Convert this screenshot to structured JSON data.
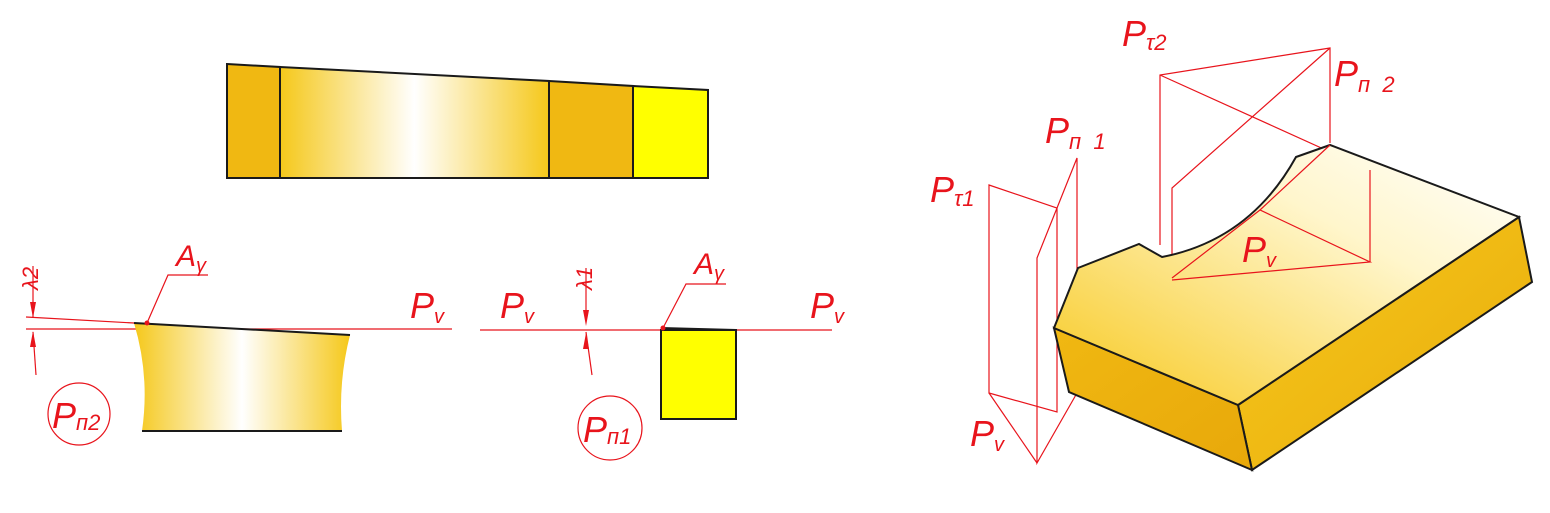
{
  "labels": {
    "pv_left_view": "P",
    "pv_left_view_sub": "v",
    "pv_mid_left": "P",
    "pv_mid_left_sub": "v",
    "pv_mid_right": "P",
    "pv_mid_right_sub": "v",
    "pv_iso_center": "P",
    "pv_iso_center_sub": "v",
    "pv_iso_bottom": "P",
    "pv_iso_bottom_sub": "v",
    "ay_left": "A",
    "ay_left_sub": "γ",
    "ay_right": "A",
    "ay_right_sub": "γ",
    "lambda2": "λ2",
    "lambda1": "λ1",
    "pn2_circle": "P",
    "pn2_circle_sub": "п2",
    "pn1_circle": "P",
    "pn1_circle_sub": "п1",
    "ptau1": "P",
    "ptau1_sub": "τ1",
    "ptau2": "P",
    "ptau2_sub": "τ2",
    "pn1_iso": "P",
    "pn1_iso_sub": "п  1",
    "pn2_iso": "P",
    "pn2_iso_sub": "п  2"
  },
  "colors": {
    "annotation_red": "#e8141c",
    "outline_black": "#1a1a1a",
    "tool_dark_yellow": "#f0b812",
    "tool_bright_yellow": "#ffff00",
    "tool_highlight": "#ffffff"
  }
}
